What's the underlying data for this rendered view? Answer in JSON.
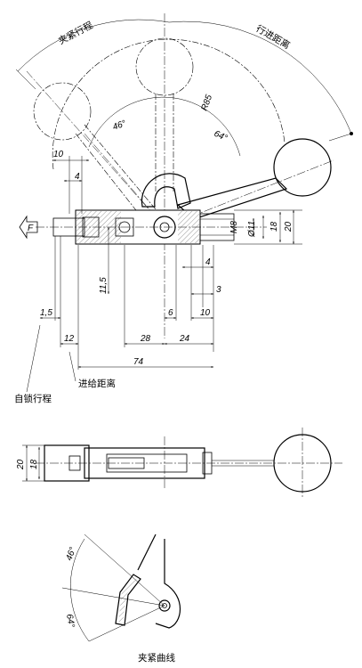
{
  "top_view": {
    "arc_labels": {
      "clamp_travel": "夹紧行程",
      "advance_distance": "行进距离"
    },
    "angle_labels": {
      "a46": "46°",
      "a64": "64°"
    },
    "radius_label": "R85",
    "force_label": "F",
    "dims": {
      "d10_top": "10",
      "d4_top": "4",
      "d11_5": "11,5",
      "d4_right": "4",
      "d3": "3",
      "d6": "6",
      "d10_right": "10",
      "m8": "M8",
      "o11": "Ø11",
      "d18": "18",
      "d20": "20",
      "d1_5": "1,5",
      "d12": "12",
      "d28": "28",
      "d24": "24",
      "d74": "74"
    },
    "callouts": {
      "self_lock_travel": "自锁行程",
      "feed_distance": "进给距离"
    }
  },
  "side_view": {
    "dims": {
      "d20": "20",
      "d18": "18"
    }
  },
  "curve_detail": {
    "angle_labels": {
      "a46": "46°",
      "a64": "64°"
    },
    "caption": "夹紧曲线"
  }
}
